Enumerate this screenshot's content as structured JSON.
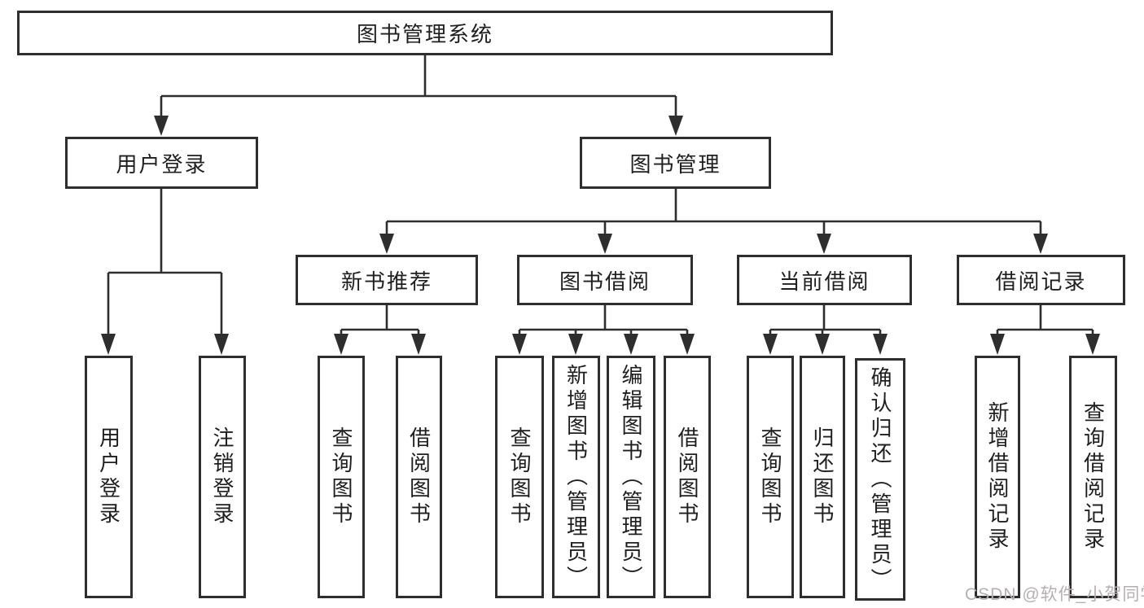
{
  "diagram": {
    "title": "图书管理系统",
    "level2": [
      "用户登录",
      "图书管理"
    ],
    "level3": [
      "新书推荐",
      "图书借阅",
      "当前借阅",
      "借阅记录"
    ],
    "leaves": {
      "user_login": [
        "用户登录",
        "注销登录"
      ],
      "new_book": [
        "查询图书",
        "借阅图书"
      ],
      "book_borrow": [
        "查询图书",
        "新增图书（管理员）",
        "编辑图书（管理员）",
        "借阅图书"
      ],
      "current_borrow": [
        "查询图书",
        "归还图书",
        "确认归还（管理员）"
      ],
      "borrow_record": [
        "新增借阅记录",
        "查询借阅记录"
      ]
    }
  },
  "watermark": "CSDN @软件_小贺同学",
  "colors": {
    "line": "#2e2e2e",
    "text": "#1f1f1f",
    "watermark": "#b6b1b1",
    "background": "#ffffff"
  }
}
